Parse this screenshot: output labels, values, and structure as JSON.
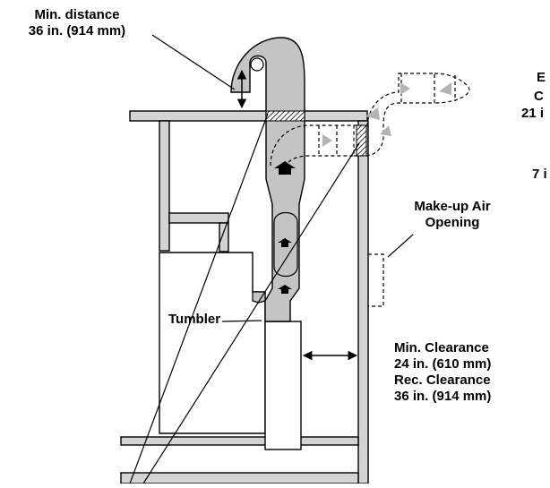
{
  "labels": {
    "min_distance": {
      "line1": "Min. distance",
      "line2": "36 in. (914 mm)"
    },
    "tumbler": "Tumbler",
    "makeup_air": {
      "line1": "Make-up Air",
      "line2": "Opening"
    },
    "clearance": {
      "min_line1": "Min. Clearance",
      "min_line2": "24 in. (610 mm)",
      "rec_line1": "Rec. Clearance",
      "rec_line2": "36 in. (914 mm)"
    },
    "cut_right": {
      "line1": "E",
      "line2": "C",
      "line3": "21 i",
      "line4": "7 i"
    }
  },
  "colors": {
    "wall_fill": "#d4d4d4",
    "duct_fill": "#c4c4c4",
    "arrow_gray": "#b4b4b4",
    "line": "#000000"
  }
}
